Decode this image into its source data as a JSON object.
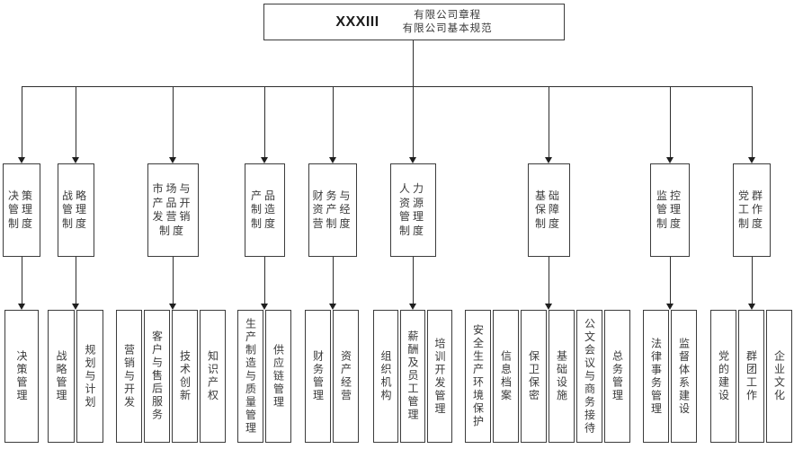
{
  "root": {
    "code": "XXXIII",
    "line1": "有限公司章程",
    "line2": "有限公司基本规范"
  },
  "branches": [
    {
      "label": "决策管理制度",
      "children": [
        "决策管理"
      ]
    },
    {
      "label": "战略管理制度",
      "children": [
        "战略管理",
        "规划与计划"
      ]
    },
    {
      "label": "市场与产品开发营销制度",
      "children": [
        "营销与开发",
        "客户与售后服务",
        "技术创新",
        "知识产权"
      ]
    },
    {
      "label": "产品制造制度",
      "children": [
        "生产制造与质量管理",
        "供应链管理"
      ]
    },
    {
      "label": "财务与资产经营制度",
      "children": [
        "财务管理",
        "资产经营"
      ]
    },
    {
      "label": "人力资源管理制度",
      "children": [
        "组织机构",
        "薪酬及员工管理",
        "培训开发管理"
      ]
    },
    {
      "label": "基础保障制度",
      "children": [
        "安全生产环境保护",
        "信息档案",
        "保卫保密",
        "基础设施",
        "公文会议与商务接待",
        "总务管理"
      ]
    },
    {
      "label": "监控管理制度",
      "children": [
        "法律事务管理",
        "监督体系建设"
      ]
    },
    {
      "label": "党群工作制度",
      "children": [
        "党的建设",
        "群团工作",
        "企业文化"
      ]
    }
  ],
  "colors": {
    "line": "#2e2e2e",
    "border": "#3c3c3c",
    "text": "#3a3a3a",
    "background": "#ffffff"
  }
}
